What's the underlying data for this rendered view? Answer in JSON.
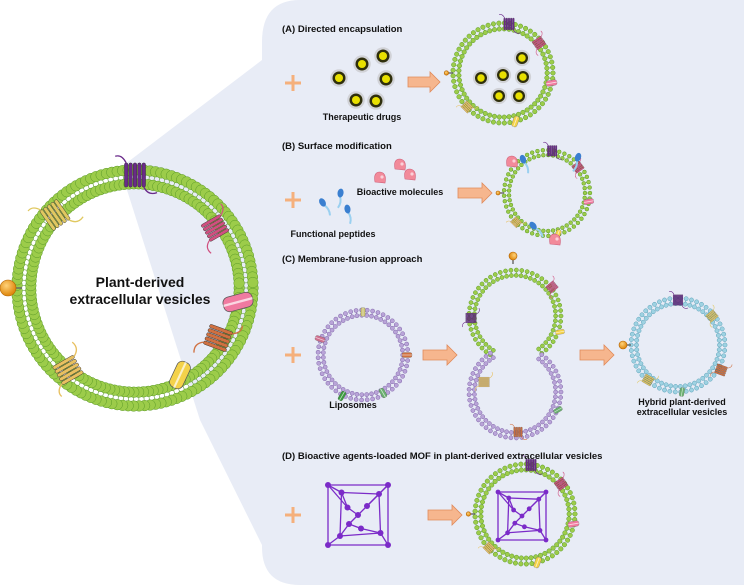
{
  "main_vesicle": {
    "title_line1": "Plant-derived",
    "title_line2": "extracellular vesicles"
  },
  "sections": [
    {
      "id": "A",
      "title": "(A) Directed encapsulation"
    },
    {
      "id": "B",
      "title": "(B) Surface modification"
    },
    {
      "id": "C",
      "title": "(C) Membrane-fusion approach"
    },
    {
      "id": "D",
      "title": "(D) Bioactive agents-loaded MOF in plant-derived extracellular vesicles"
    }
  ],
  "labels": {
    "therapeutic_drugs": "Therapeutic drugs",
    "bioactive_molecules": "Bioactive molecules",
    "functional_peptides": "Functional peptides",
    "liposomes": "Liposomes",
    "hybrid_line1": "Hybrid plant-derived",
    "hybrid_line2": "extracellular vesicles"
  },
  "colors": {
    "panel_bg": "#e8ecf6",
    "membrane_green": "#9ccc4a",
    "membrane_dark_green": "#5f9e2a",
    "membrane_purple": "#a58cc6",
    "membrane_blue": "#9ed2e2",
    "arrow_orange": "#f6b68e",
    "plus_orange": "#f5b07c",
    "mof_purple": "#7b2bc8",
    "drug_yellow": "#d8d000"
  }
}
